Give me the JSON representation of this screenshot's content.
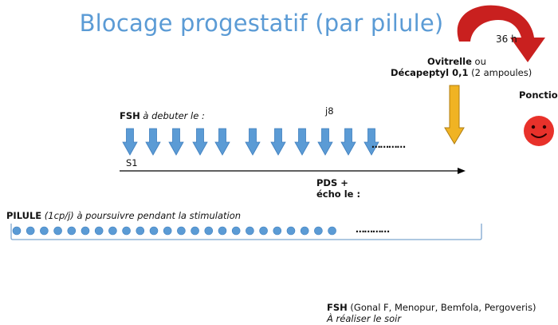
{
  "title": "Blocage progestatif (par pilule)",
  "timing": {
    "label": "36 h"
  },
  "trigger": {
    "drug1": "Ovitrelle",
    "or": " ou",
    "drug2": "Décapeptyl 0,1",
    "dose": " (2 ampoules)"
  },
  "ponction": {
    "label": "Ponction"
  },
  "fsh_start": {
    "bold": "FSH",
    "italic": " à debuter le :"
  },
  "day_j8": "j8",
  "day_s1": "S1",
  "pds": {
    "line1": "PDS +",
    "line2": "écho le :"
  },
  "pilule": {
    "bold": "PILULE",
    "italic1": " (1cp/j)",
    "italic2": " à poursuivre pendant la stimulation"
  },
  "footer": {
    "bold": "FSH",
    "text": " (Gonal F, Menopur, Bemfola, Pergoveris)",
    "italic": "À réaliser le soir"
  },
  "ellipsis": "…………",
  "counts": {
    "fsh_arrows": 11,
    "pill_dots": 24
  },
  "colors": {
    "title": "#5b9bd5",
    "arrow_blue": "#5b9bd5",
    "arrow_gold": "#f0b323",
    "curve_red": "#c9201f",
    "smiley": "#e8312a"
  }
}
